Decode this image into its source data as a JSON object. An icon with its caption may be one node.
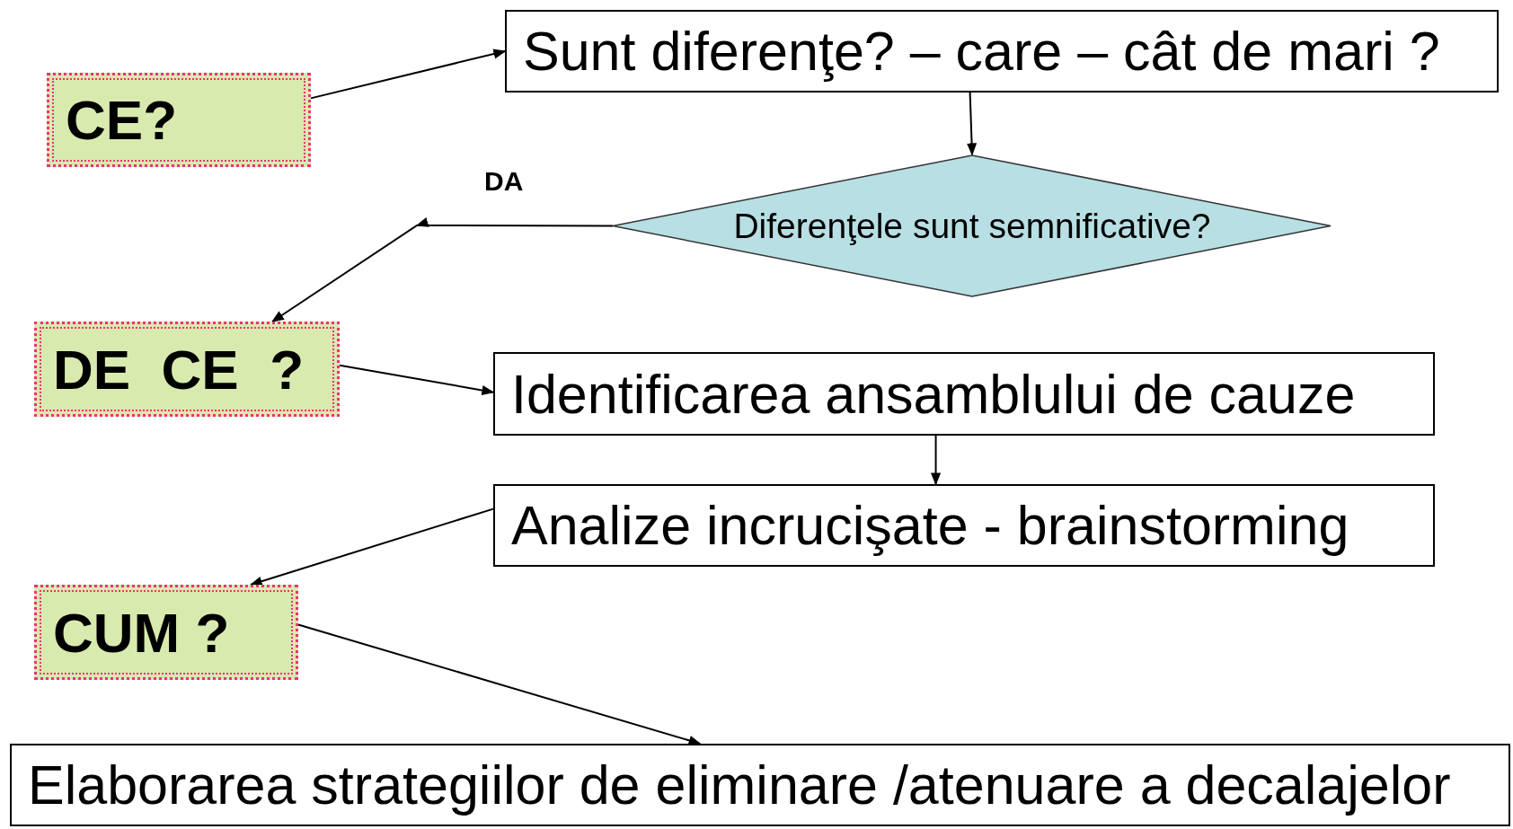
{
  "diagram": {
    "nodes": [
      {
        "text": [
          "CE?"
        ]
      },
      {
        "text": [
          "Sunt diferenţe? – care – cât de mari ?"
        ]
      },
      {
        "text": [
          "Diferenţele sunt semnificative?"
        ]
      },
      {
        "text": [
          "DE  CE  ?"
        ]
      },
      {
        "text": [
          "Identificarea ansamblului de cauze"
        ]
      },
      {
        "text": [
          "Analize incrucişate - brainstorming"
        ]
      },
      {
        "text": [
          "CUM ?"
        ]
      },
      {
        "text": [
          "Elaborarea strategiilor de eliminare /atenuare a decalajelor"
        ]
      }
    ],
    "edges": [
      {
        "from": 0,
        "to": 1,
        "arrow": "to"
      },
      {
        "from": 1,
        "to": 2,
        "arrow": "to"
      },
      {
        "from": 2,
        "to": 3,
        "arrow": "to",
        "label": "DA"
      },
      {
        "from": 3,
        "to": 4,
        "arrow": "to"
      },
      {
        "from": 4,
        "to": 5,
        "arrow": "to"
      },
      {
        "from": 5,
        "to": 6,
        "arrow": "to"
      },
      {
        "from": 6,
        "to": 7,
        "arrow": "to"
      }
    ]
  }
}
